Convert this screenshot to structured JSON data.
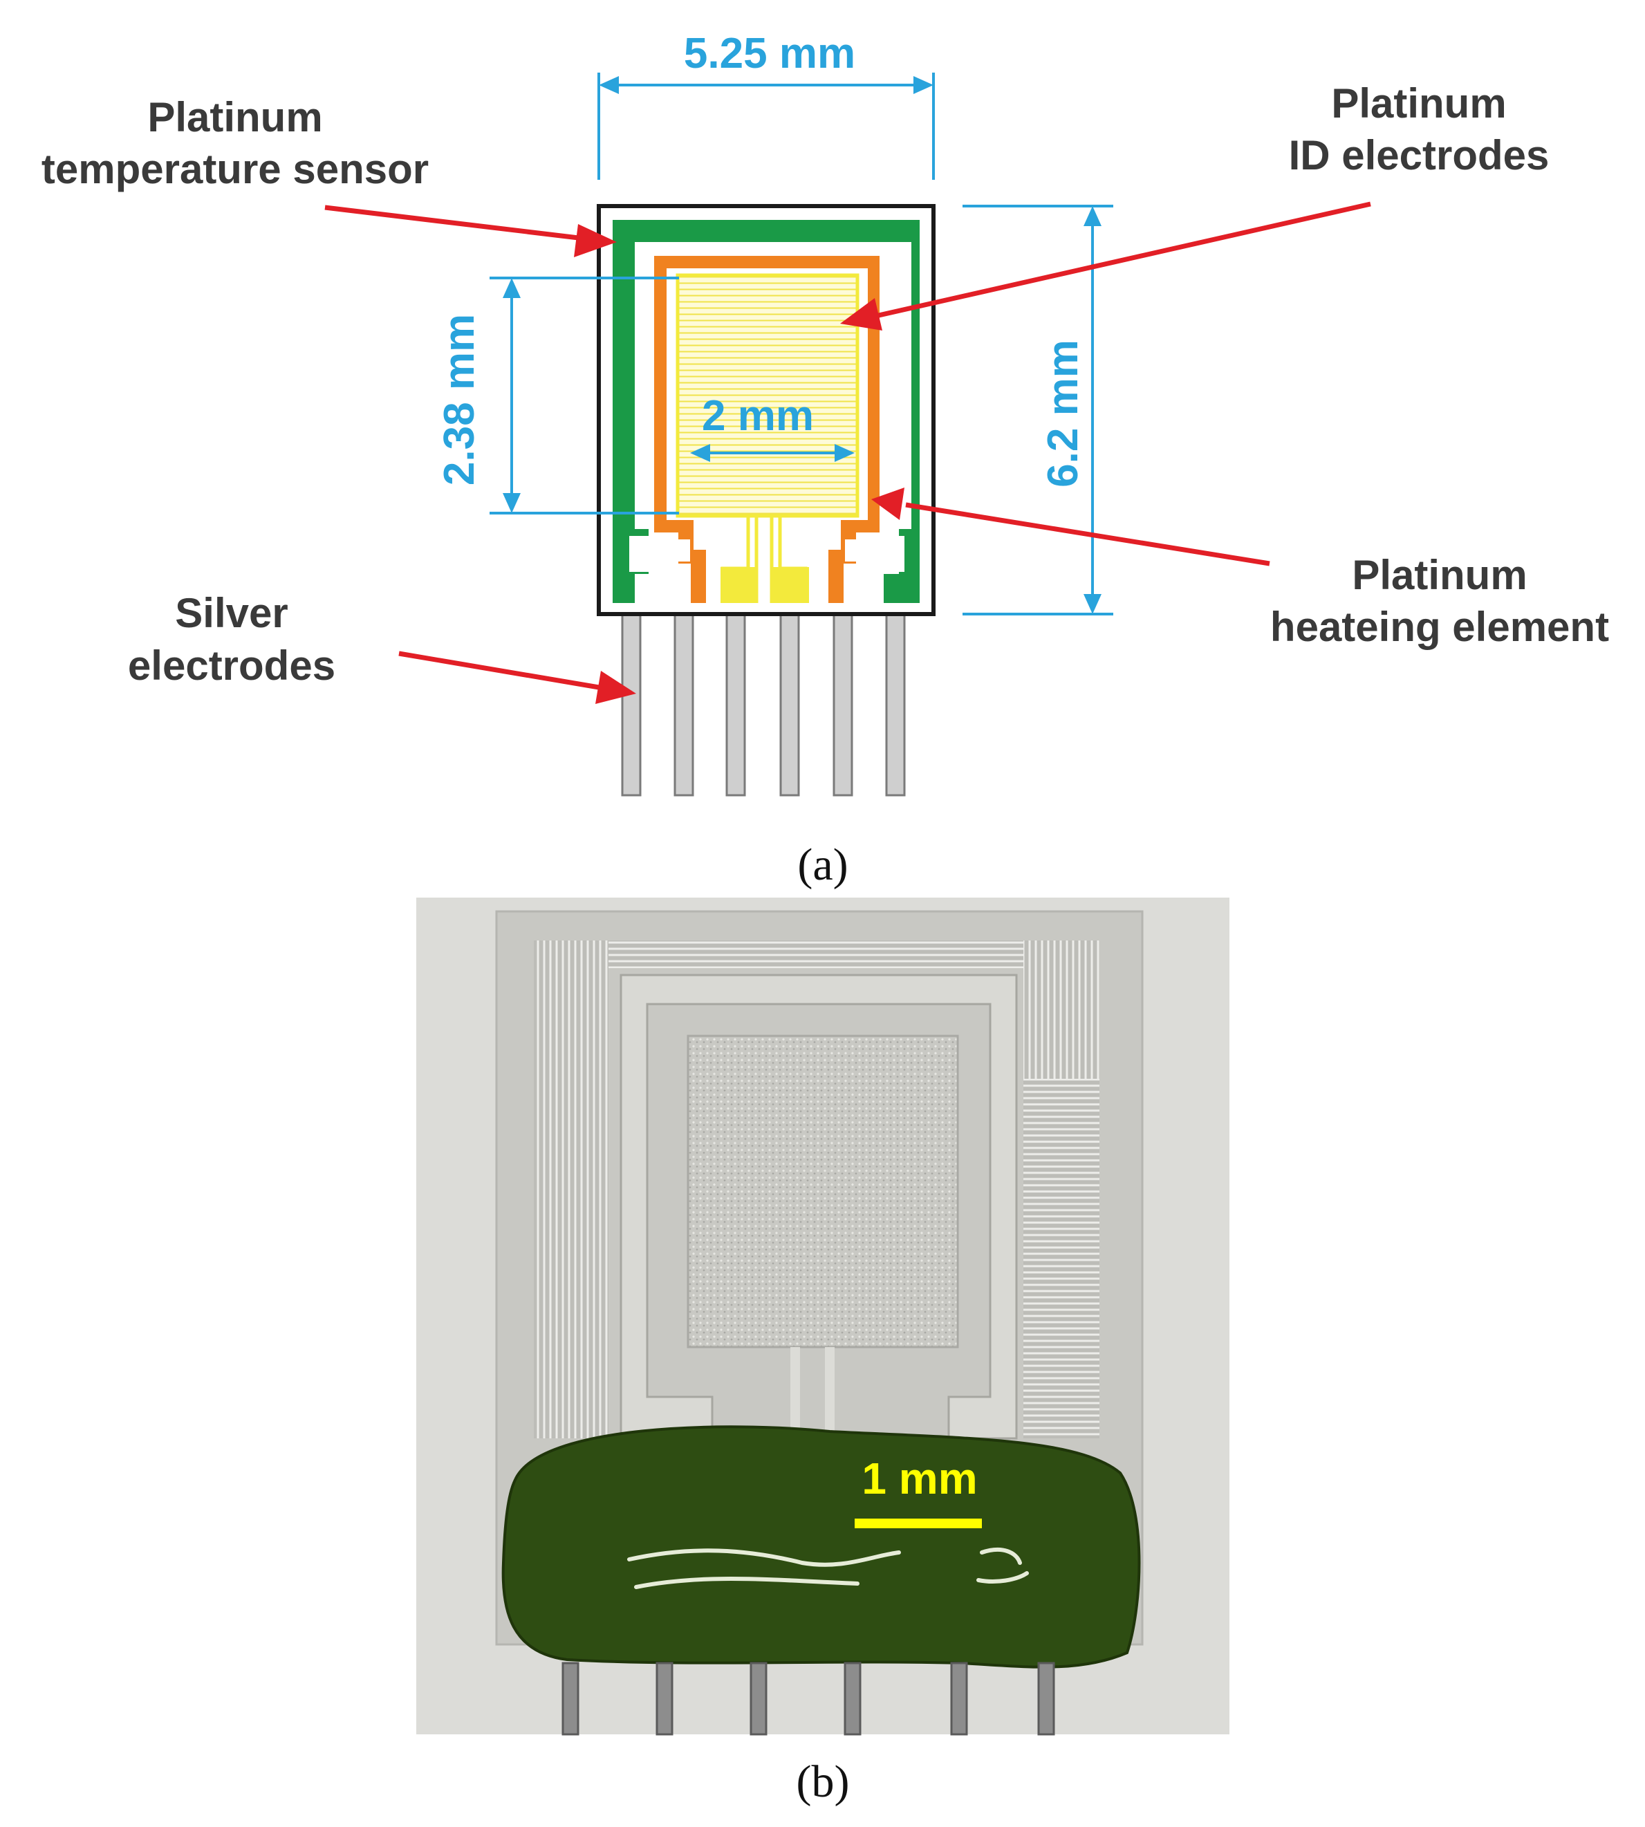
{
  "panel_a": {
    "dimensions": {
      "width": "5.25 mm",
      "height": "6.2 mm",
      "active_height": "2.38 mm",
      "active_width": "2 mm"
    },
    "labels": {
      "temp_sensor_line1": "Platinum",
      "temp_sensor_line2": "temperature sensor",
      "id_electrodes_line1": "Platinum",
      "id_electrodes_line2": "ID electrodes",
      "heater_line1": "Platinum",
      "heater_line2": "heateing element",
      "silver_line1": "Silver",
      "silver_line2": "electrodes"
    },
    "caption": "(a)"
  },
  "panel_b": {
    "scale_bar": "1 mm",
    "caption": "(b)"
  },
  "colors": {
    "dimension": "#29a3dc",
    "arrow": "#e21f26",
    "sensor": "#1a9a47",
    "heater": "#f08220",
    "electrodes": "#f3ea3c",
    "pins": "#cfcfcf",
    "scale_bar": "#ffff00"
  }
}
